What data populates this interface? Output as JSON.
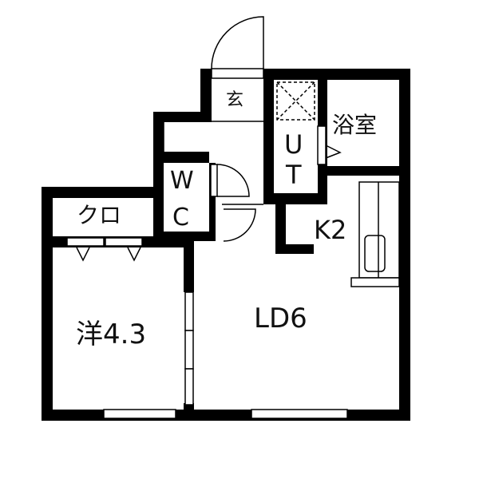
{
  "floorplan": {
    "rooms": [
      {
        "id": "entrance",
        "label": "玄"
      },
      {
        "id": "bathroom",
        "label": "浴室"
      },
      {
        "id": "utility_u",
        "label": "U"
      },
      {
        "id": "utility_t",
        "label": "T"
      },
      {
        "id": "toilet_w",
        "label": "W"
      },
      {
        "id": "toilet_c",
        "label": "C"
      },
      {
        "id": "closet",
        "label": "クロ"
      },
      {
        "id": "kitchen",
        "label": "K2"
      },
      {
        "id": "western_room",
        "label": "洋4.3"
      },
      {
        "id": "living_dining",
        "label": "LD6"
      }
    ],
    "colors": {
      "wall": "#000000",
      "background": "#ffffff"
    }
  }
}
